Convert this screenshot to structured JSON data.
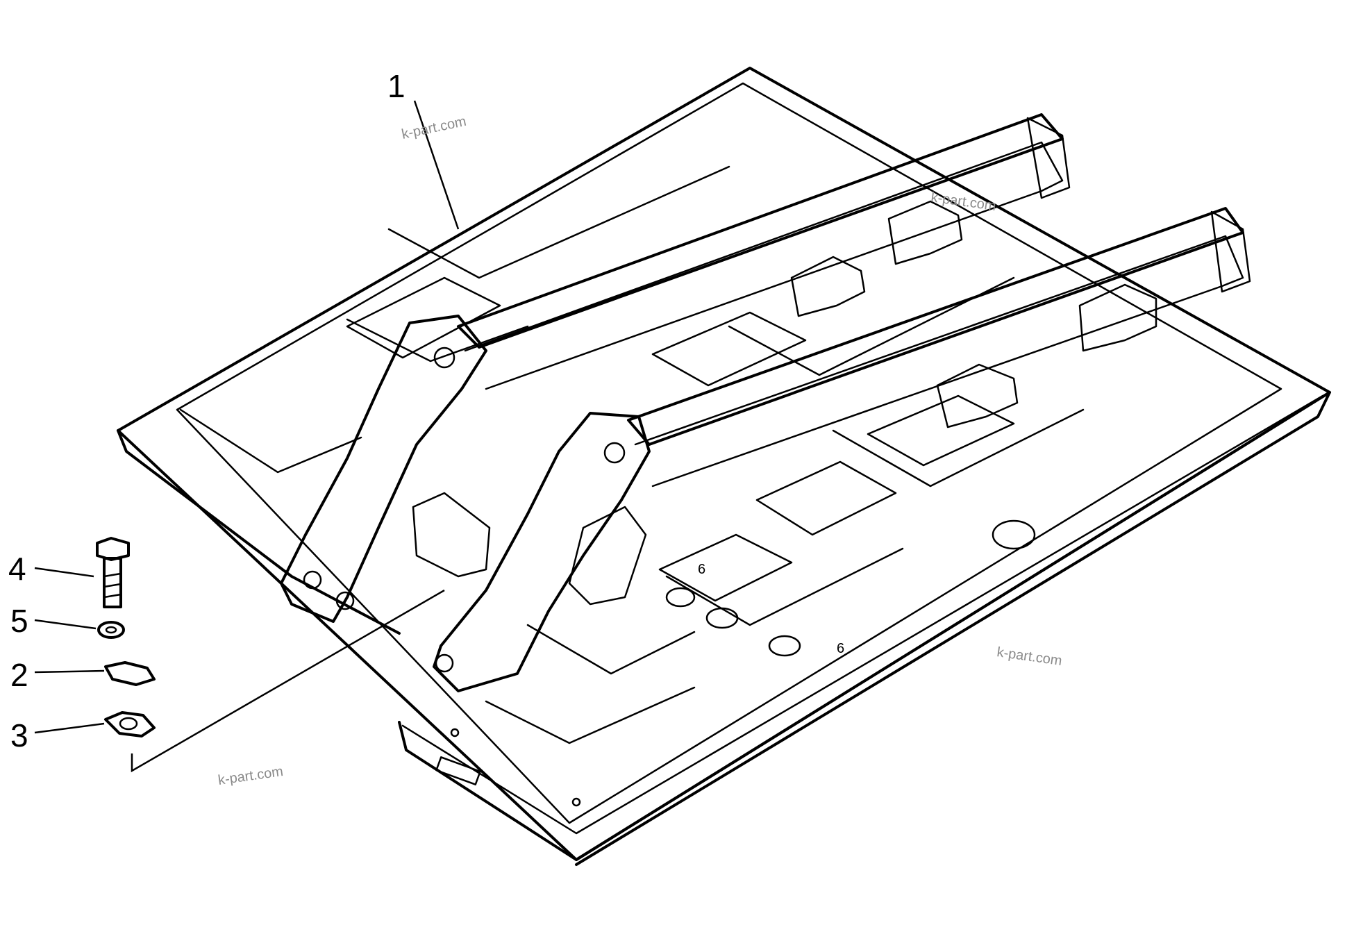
{
  "diagram": {
    "callouts": [
      {
        "id": "1",
        "label": "1"
      },
      {
        "id": "2",
        "label": "2"
      },
      {
        "id": "3",
        "label": "3"
      },
      {
        "id": "4",
        "label": "4"
      },
      {
        "id": "5",
        "label": "5"
      }
    ],
    "frame_markings": [
      "6",
      "6"
    ],
    "watermarks": [
      "k-part.com",
      "k-part.com",
      "k-part.com",
      "k-part.com"
    ]
  },
  "colors": {
    "ink": "#000000",
    "paper": "#ffffff",
    "watermark": "#8a8a8a"
  }
}
